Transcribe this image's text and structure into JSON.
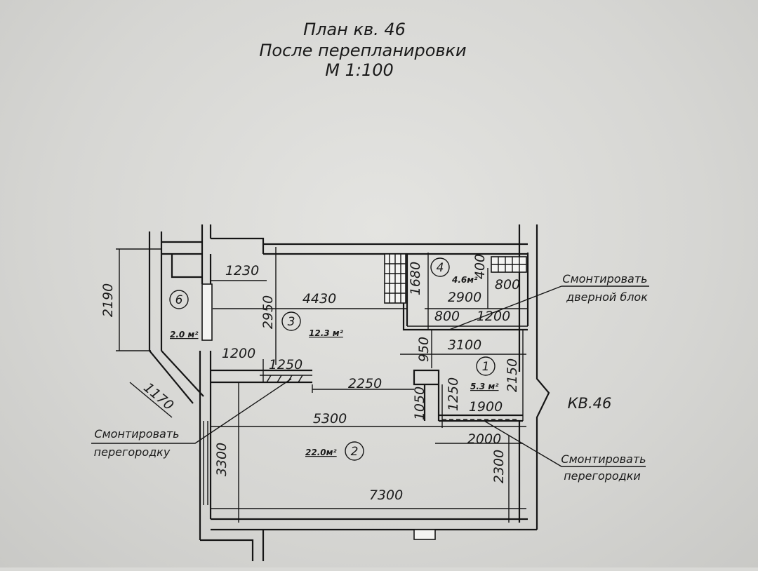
{
  "title": {
    "line1": "План кв. 46",
    "line2": "После перепланировки",
    "scale": "М 1:100"
  },
  "rooms": [
    {
      "number": "1",
      "area": "5.3 м²"
    },
    {
      "number": "2",
      "area": "22.0м²"
    },
    {
      "number": "3",
      "area": "12.3 м²"
    },
    {
      "number": "4",
      "area": "4.6м²"
    },
    {
      "number": "6",
      "area": "2.0 м²"
    }
  ],
  "dimensions": {
    "d1230": "1230",
    "d4430": "4430",
    "d2950": "2950",
    "d2190": "2190",
    "d1200a": "1200",
    "d1250a": "1250",
    "d2250": "2250",
    "d1170": "1170",
    "d5300": "5300",
    "d3300": "3300",
    "d7300": "7300",
    "d2300": "2300",
    "d2000": "2000",
    "d1050": "1050",
    "d1250b": "1250",
    "d1900": "1900",
    "d2150": "2150",
    "d950": "950",
    "d3100": "3100",
    "d800a": "800",
    "d1200b": "1200",
    "d2900": "2900",
    "d800b": "800",
    "d400": "400",
    "d1680": "1680"
  },
  "apartment_label": "КВ.46",
  "notes": {
    "door": {
      "line1": "Смонтировать",
      "line2": "дверной блок"
    },
    "partition": {
      "line1": "Смонтировать",
      "line2": "перегородку"
    },
    "partitions": {
      "line1": "Смонтировать",
      "line2": "перегородки"
    }
  }
}
